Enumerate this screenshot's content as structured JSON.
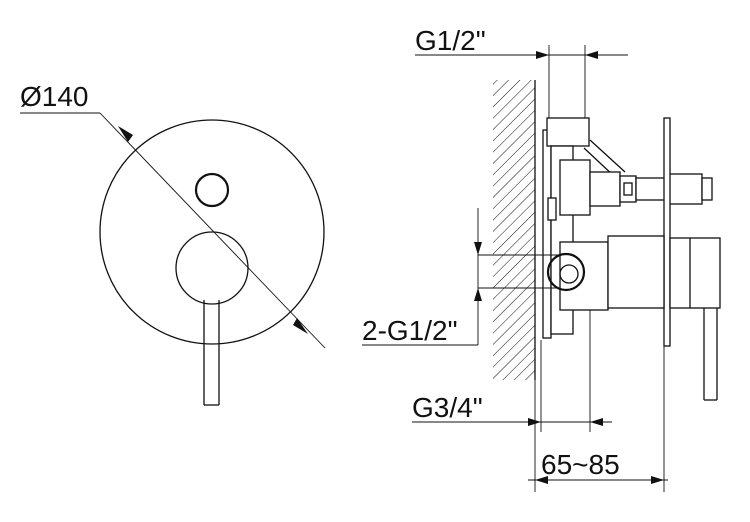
{
  "labels": {
    "diameter": "Ø140",
    "top_connection": "G1/2\"",
    "side_connections": "2-G1/2\"",
    "bottom_connection": "G3/4\"",
    "depth_range": "65~85"
  }
}
